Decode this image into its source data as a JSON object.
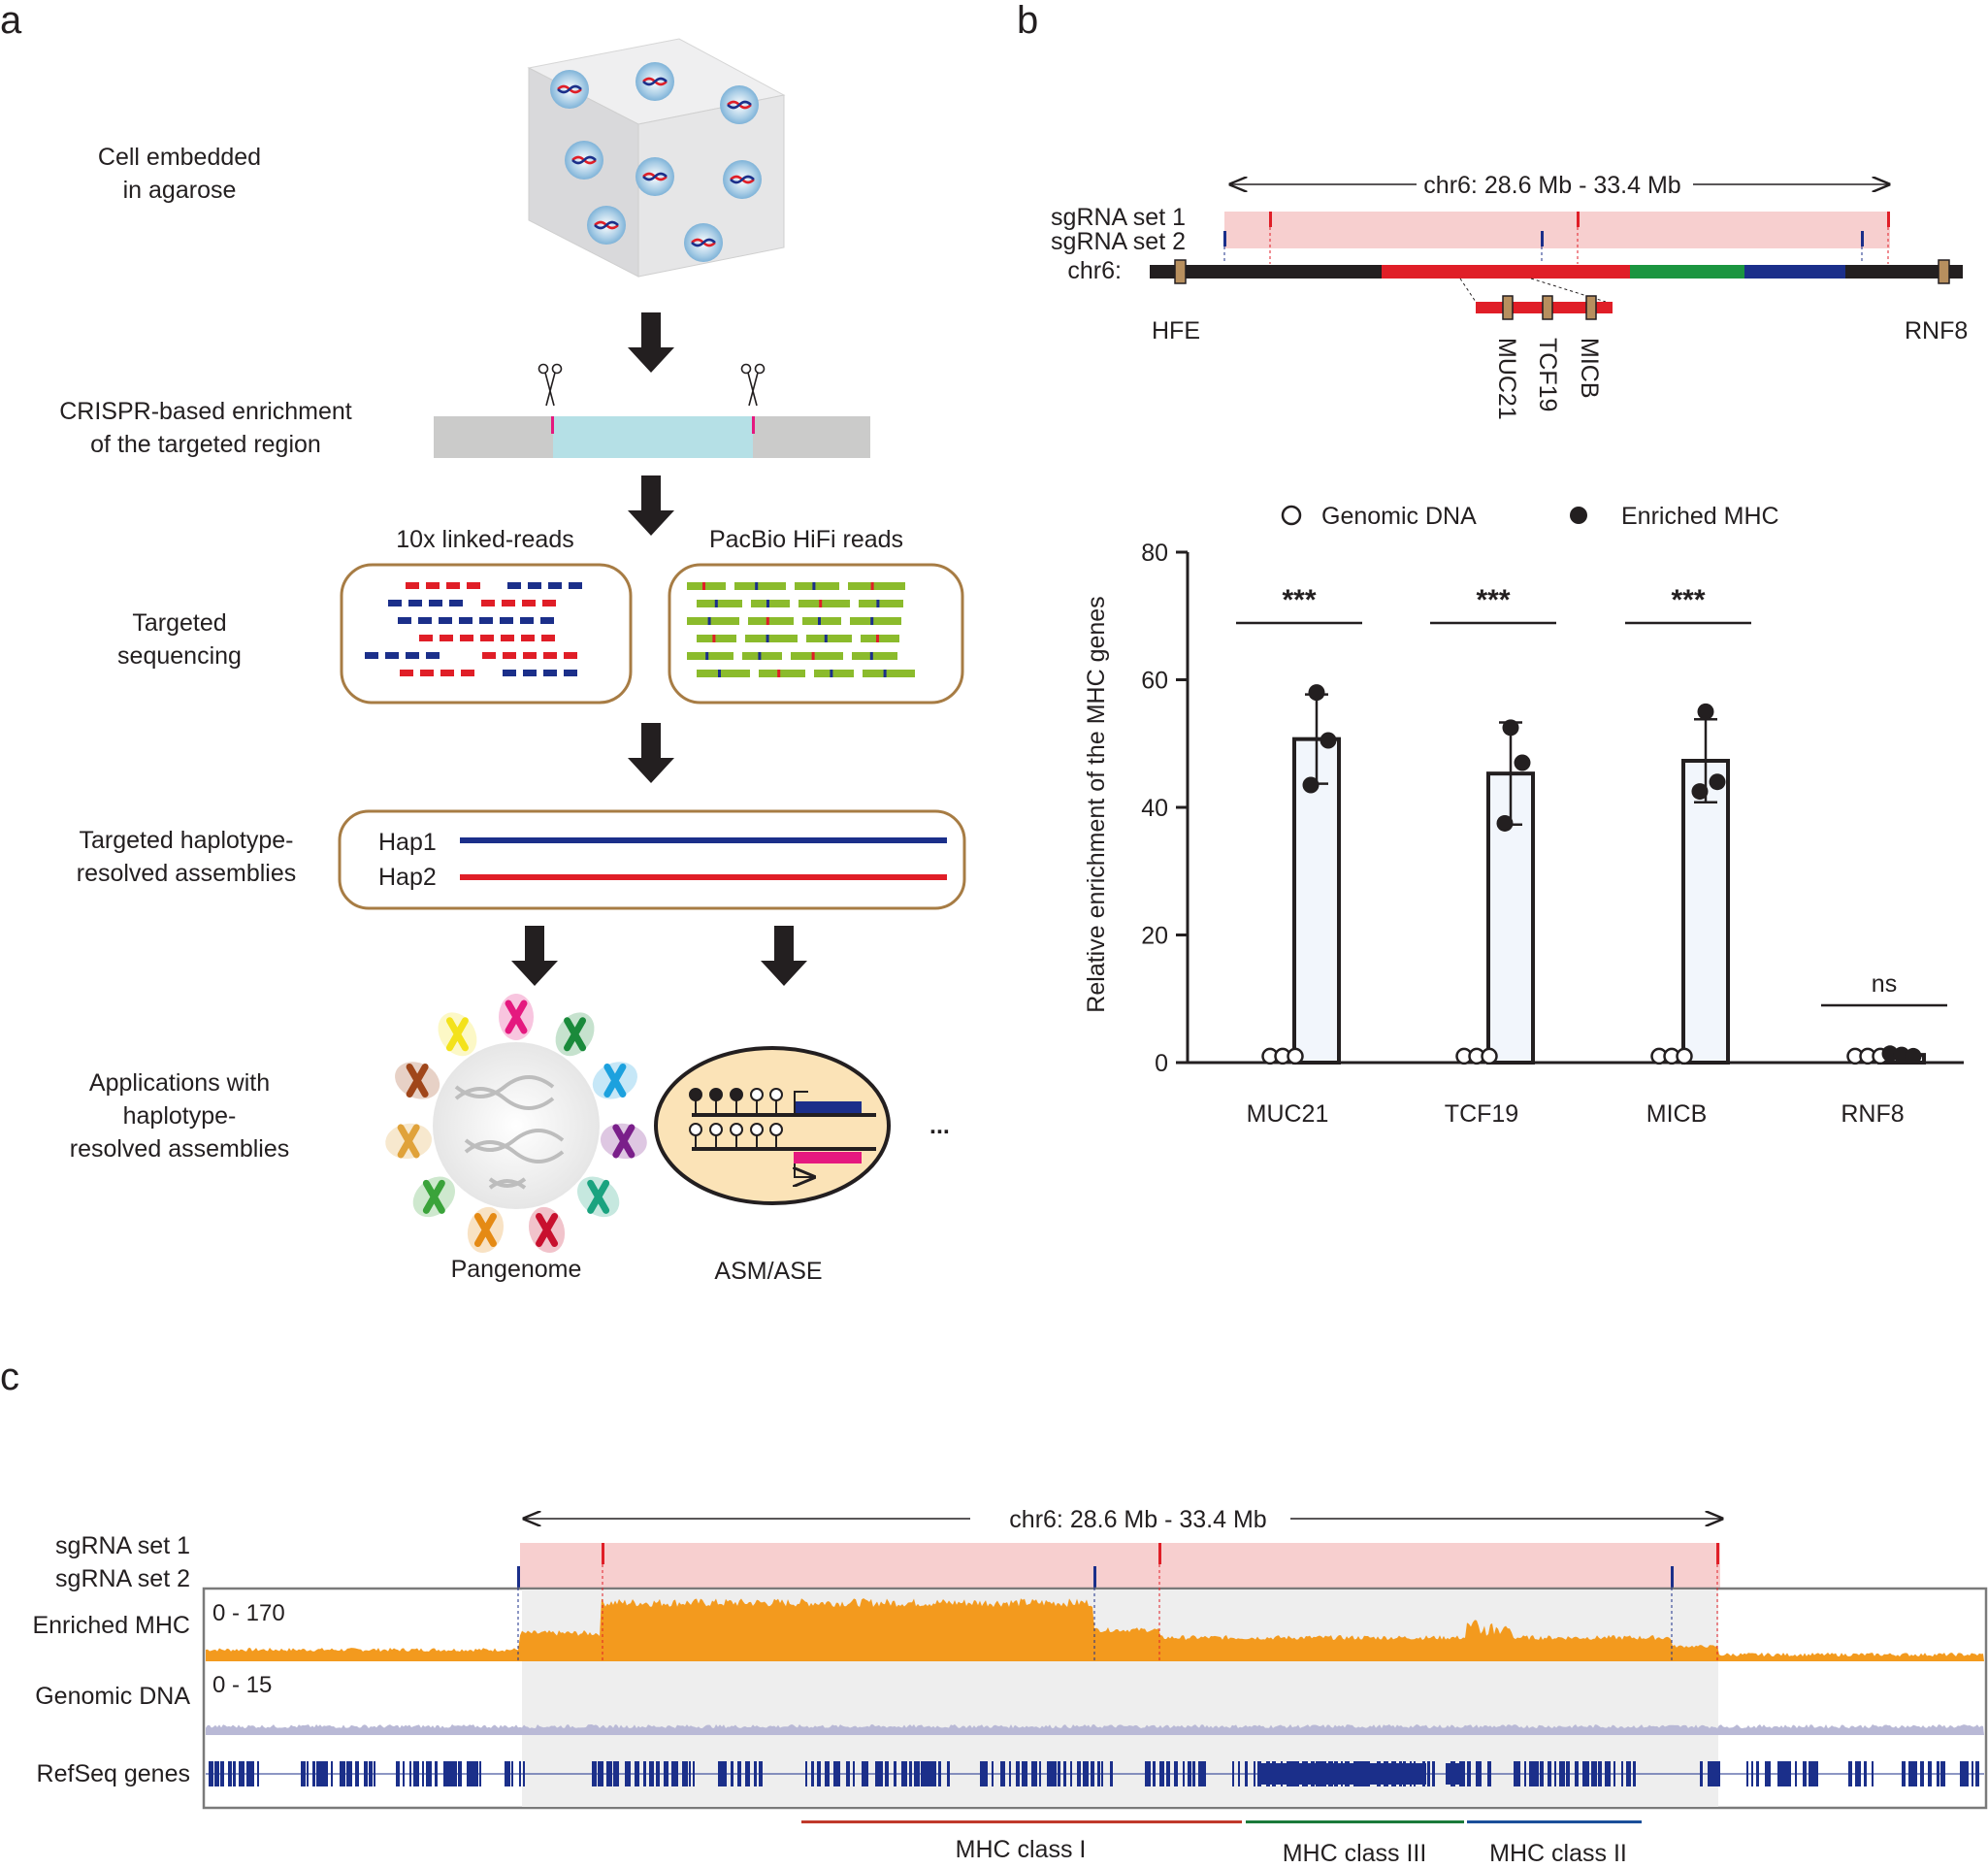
{
  "panels": {
    "a": "a",
    "b": "b",
    "c": "c"
  },
  "panel_a": {
    "step1": [
      "Cell embedded",
      "in agarose"
    ],
    "step2": [
      "CRISPR-based enrichment",
      "of the targeted region"
    ],
    "method1": "10x linked-reads",
    "method2": "PacBio HiFi reads",
    "step3": [
      "Targeted",
      "sequencing"
    ],
    "step4": [
      "Targeted haplotype-",
      "resolved assemblies"
    ],
    "hap1": "Hap1",
    "hap2": "Hap2",
    "step5": [
      "Applications with",
      "haplotype-",
      "resolved assemblies"
    ],
    "app1": "Pangenome",
    "app2": "ASM/ASE",
    "ellipsis": "...",
    "colors": {
      "hap1": "#1b2f8a",
      "hap2": "#e01e27",
      "arrow": "#231f20",
      "frame": "#a77c44"
    }
  },
  "panel_b_map": {
    "range": "chr6: 28.6 Mb - 33.4 Mb",
    "sg1": "sgRNA set 1",
    "sg2": "sgRNA set 2",
    "chr": "chr6:",
    "genes": {
      "hfe": "HFE",
      "rnf8": "RNF8",
      "muc21": "MUC21",
      "tcf19": "TCF19",
      "micb": "MICB"
    }
  },
  "chart_data": {
    "type": "bar",
    "ylabel": "Relative enrichment of the MHC genes",
    "ylim": [
      0,
      80
    ],
    "yticks": [
      "0",
      "20",
      "40",
      "60",
      "80"
    ],
    "categories": [
      "MUC21",
      "TCF19",
      "MICB",
      "RNF8"
    ],
    "series": [
      {
        "name": "Genomic DNA",
        "values": [
          1,
          1,
          1,
          1
        ],
        "points": [
          [
            1,
            1,
            1
          ],
          [
            1,
            1,
            1
          ],
          [
            1,
            1,
            1
          ],
          [
            1,
            1,
            1
          ]
        ]
      },
      {
        "name": "Enriched MHC",
        "values": [
          50.7,
          45.3,
          47.3,
          1.2
        ],
        "errors": [
          7,
          8,
          6.5,
          0.3
        ],
        "points": [
          [
            58,
            50.5,
            43.5
          ],
          [
            52.5,
            47,
            37.5
          ],
          [
            55,
            44,
            42.5
          ],
          [
            1.4,
            1.2,
            1.0
          ]
        ]
      }
    ],
    "significance": [
      "***",
      "***",
      "***",
      "ns"
    ]
  },
  "panel_c": {
    "range": "chr6: 28.6 Mb - 33.4 Mb",
    "sg1": "sgRNA set 1",
    "sg2": "sgRNA set 2",
    "track_enriched": "Enriched MHC",
    "track_genomic": "Genomic DNA",
    "track_refseq": "RefSeq genes",
    "scale_enriched": "0 - 170",
    "scale_genomic": "0 - 15",
    "class1": "MHC class I",
    "class3": "MHC class III",
    "class2": "MHC class II",
    "colors": {
      "enriched": "#f39a1e",
      "genomic": "#b9b9d6",
      "refseq": "#1b2f8a"
    }
  }
}
